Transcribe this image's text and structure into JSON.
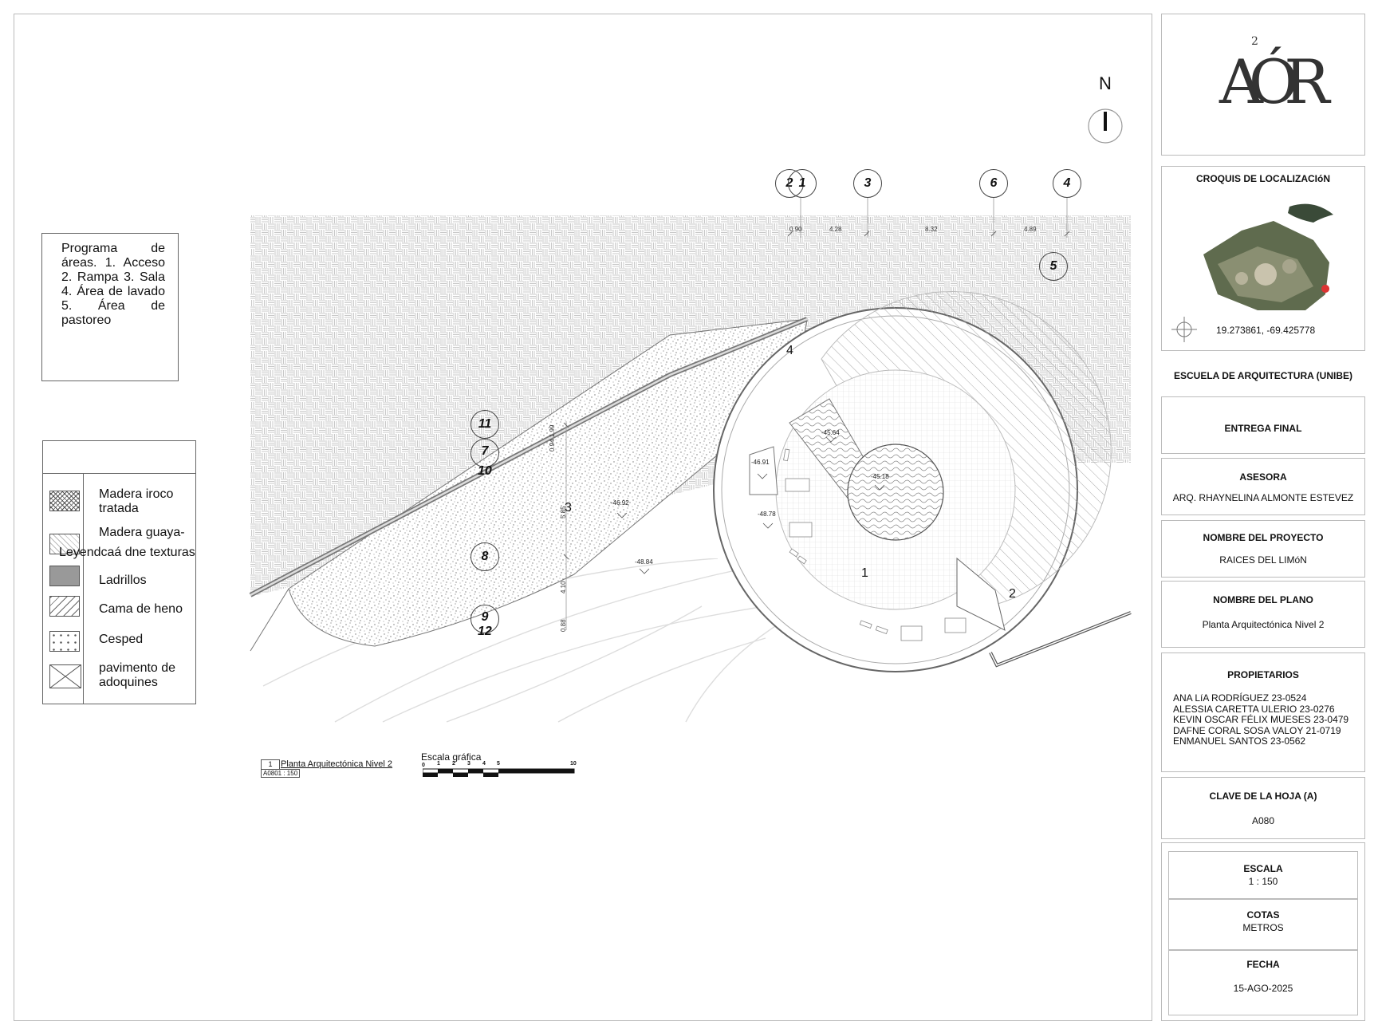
{
  "north": {
    "label": "N"
  },
  "program_box": {
    "text": "Programa de áreas. 1. Acceso 2. Rampa 3. Sala 4. Área de lavado 5. Área de pastoreo"
  },
  "legend": {
    "title": "Leyendcaá dne texturas",
    "items": [
      {
        "label": "Madera iroco tratada"
      },
      {
        "label": "Madera guaya-"
      },
      {
        "label": "Ladrillos"
      },
      {
        "label": "Cama de heno"
      },
      {
        "label": "Cesped"
      },
      {
        "label": "pavimento de adoquines"
      }
    ]
  },
  "plan": {
    "grid_bubbles_top": [
      "2",
      "1",
      "3",
      "6",
      "4"
    ],
    "grid_bubbles_left": [
      "11",
      "7",
      "10",
      "8",
      "9",
      "12"
    ],
    "bubble_5": "5",
    "top_dims": [
      "0.90",
      "4.28",
      "8.32",
      "4.89"
    ],
    "vertical_dims": [
      "0.94 1.99",
      "5.85",
      "4.10",
      "0.88"
    ],
    "levels": [
      "-45.64",
      "-45.18",
      "-46.91",
      "-46.92",
      "-48.78",
      "-48.84"
    ],
    "area_labels": [
      "1",
      "2",
      "3",
      "4"
    ]
  },
  "drawing_title": {
    "number": "1",
    "name": "Planta Arquitectónica Nivel 2",
    "sheet_scale": "A0801 : 150"
  },
  "graphic_scale": {
    "label": "Escala gráfica",
    "ticks": [
      "0",
      "1",
      "2",
      "3",
      "4",
      "5",
      "10"
    ]
  },
  "title_block": {
    "logo_text": "AÓR",
    "logo_super": "2",
    "location_title": "CROQUIS DE LOCALIZACIóN",
    "coordinates": "19.273861, -69.425778",
    "school": "ESCUELA DE ARQUITECTURA (UNIBE)",
    "delivery": "ENTREGA FINAL",
    "advisor_label": "ASESORA",
    "advisor": "ARQ. RHAYNELINA ALMONTE ESTEVEZ",
    "project_label": "NOMBRE DEL PROYECTO",
    "project": "RAICES DEL LIMóN",
    "plan_label": "NOMBRE DEL PLANO",
    "plan_name": "Planta Arquitectónica Nivel 2",
    "owners_label": "PROPIETARIOS",
    "owners": [
      "ANA LíA RODRÍGUEZ 23-0524",
      "ALESSIA CARETTA ULERIO 23-0276",
      "KEVIN OSCAR FÉLIX MUESES 23-0479",
      "DAFNE CORAL SOSA VALOY 21-0719",
      "ENMANUEL SANTOS 23-0562"
    ],
    "sheet_key_label": "CLAVE DE LA HOJA (A)",
    "sheet_key": "A080",
    "scale_label": "ESCALA",
    "scale": "1 : 150",
    "units_label": "COTAS",
    "units": "METROS",
    "date_label": "FECHA",
    "date": "15-AGO-2025"
  }
}
